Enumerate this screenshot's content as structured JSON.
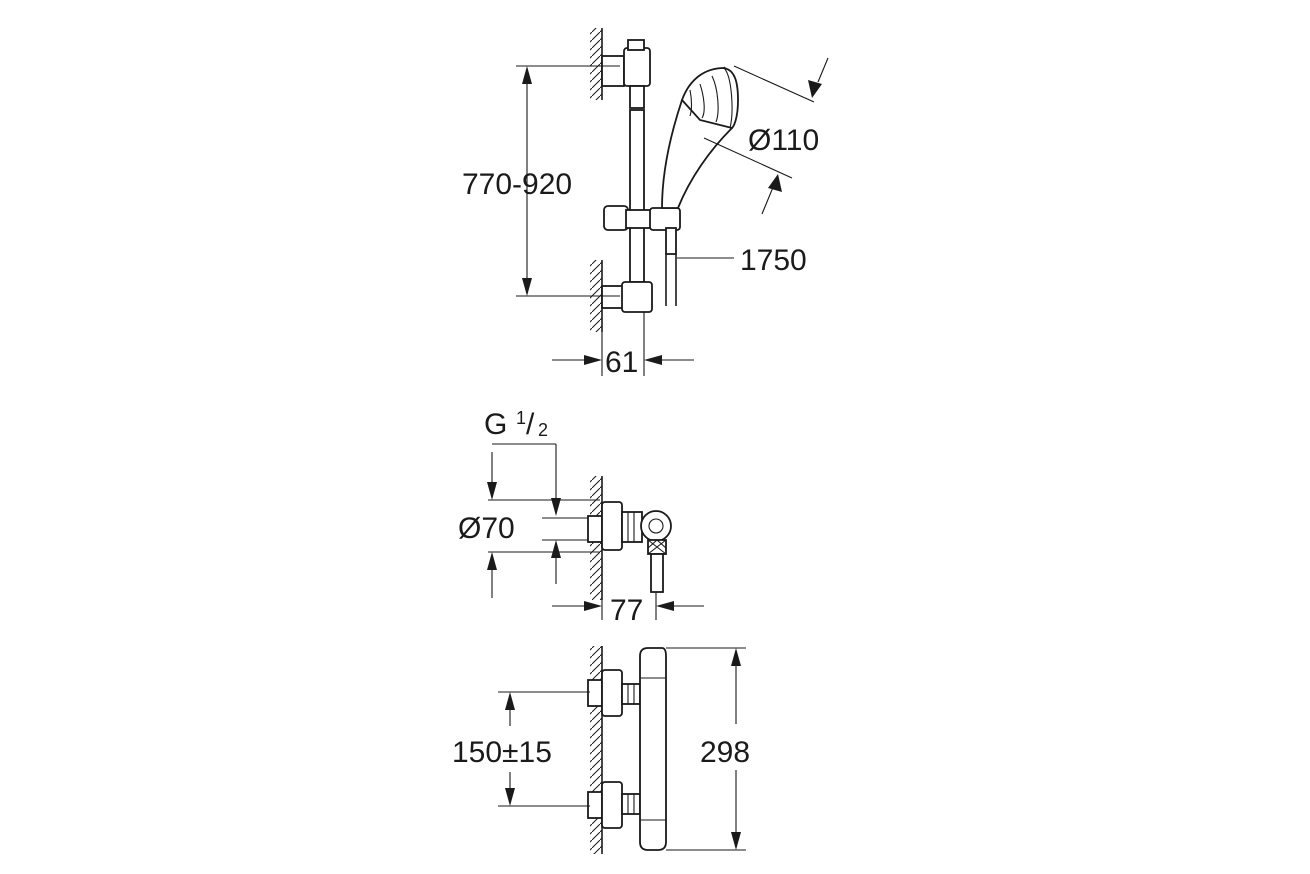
{
  "dimensions": {
    "rail_spacing": "770-920",
    "head_diameter": "Ø110",
    "hose_length": "1750",
    "rail_depth": "61",
    "thread_base": "G",
    "thread_num": "1",
    "thread_den": "2",
    "rosette_diameter": "Ø70",
    "mixer_depth": "77",
    "inlet_spacing": "150±15",
    "mixer_height": "298"
  },
  "colors": {
    "line": "#1a1a1a",
    "background": "#ffffff"
  }
}
